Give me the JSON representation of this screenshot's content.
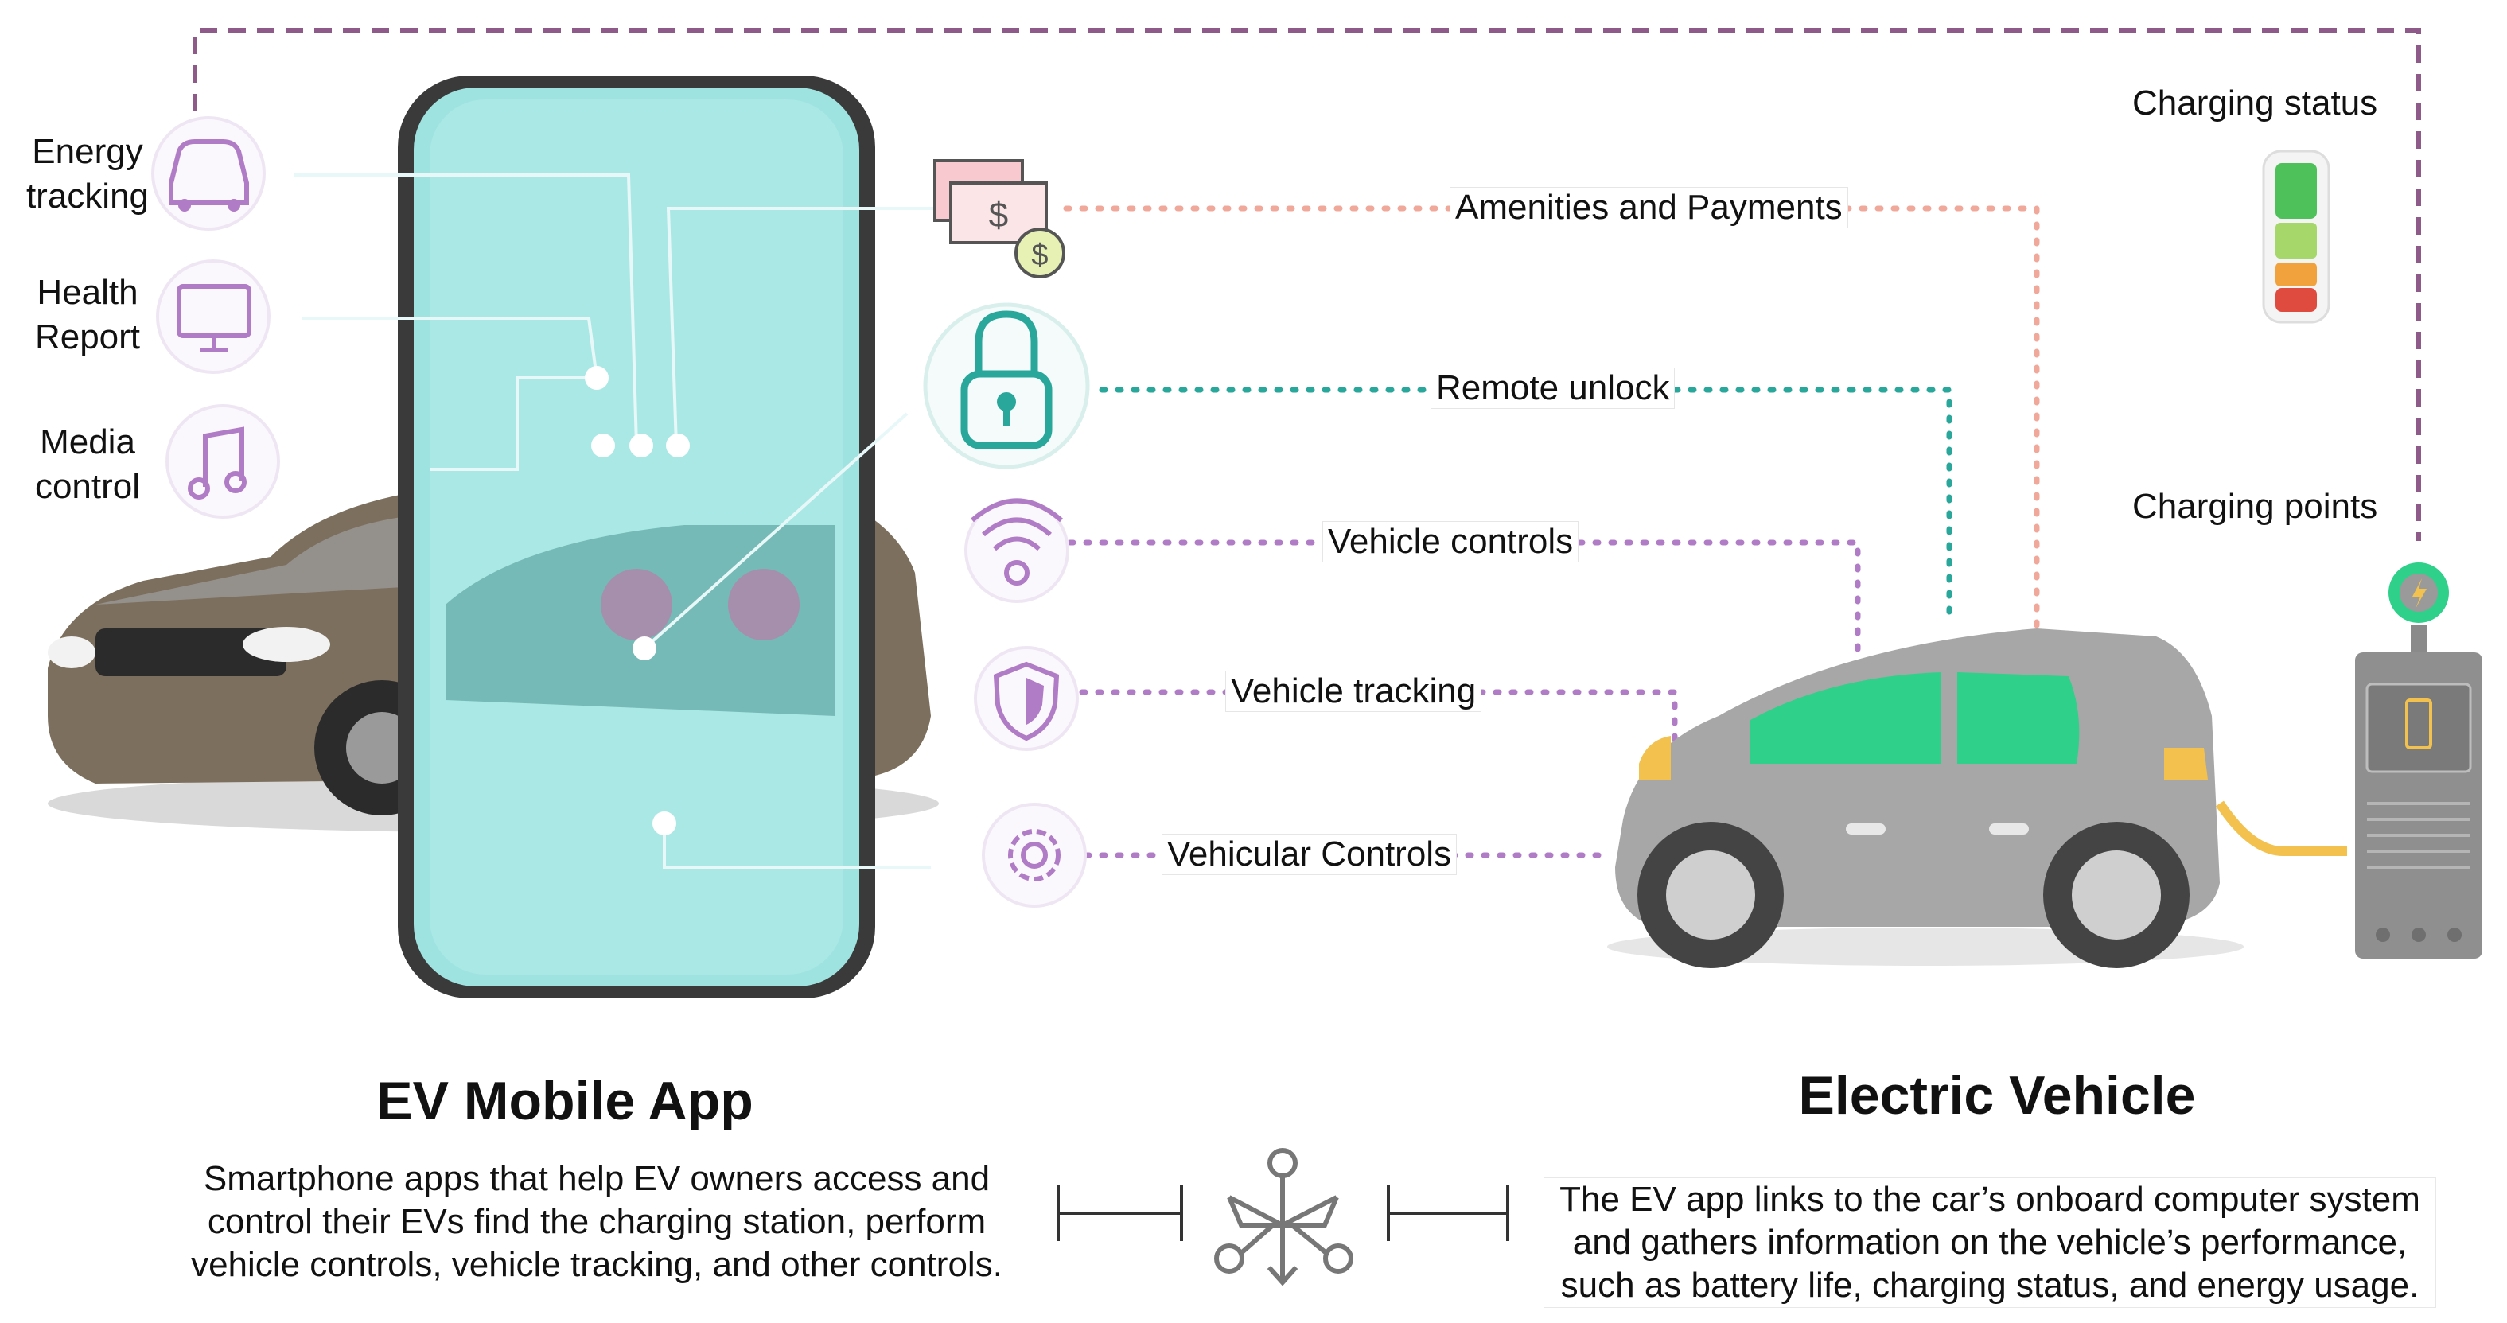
{
  "left_features": [
    {
      "label": "Energy\ntracking",
      "icon": "car-outline-icon"
    },
    {
      "label": "Health\nReport",
      "icon": "monitor-icon"
    },
    {
      "label": "Media\ncontrol",
      "icon": "music-note-icon"
    }
  ],
  "connections": [
    {
      "label": "Amenities and Payments",
      "icon": "money-icon",
      "color": "#f0a89a"
    },
    {
      "label": "Remote unlock",
      "icon": "padlock-icon",
      "color": "#2aa79b"
    },
    {
      "label": "Vehicle controls",
      "icon": "wifi-signal-icon",
      "color": "#b07cc6"
    },
    {
      "label": "Vehicle tracking",
      "icon": "shield-icon",
      "color": "#b07cc6"
    },
    {
      "label": "Vehicular Controls",
      "icon": "gear-icon",
      "color": "#b07cc6"
    }
  ],
  "charging_status_label": "Charging status",
  "charging_points_label": "Charging points",
  "left_title": "EV Mobile App",
  "left_description": "Smartphone apps that help EV owners access and control their EVs find the charging station, perform vehicle controls, vehicle tracking, and other controls.",
  "right_title": "Electric Vehicle",
  "right_description": "The EV app links to the car’s onboard computer system and gathers information on the vehicle’s performance, such as battery life, charging status, and energy usage.",
  "center_icon": "network-hub-icon",
  "colors": {
    "top_dashed_line": "#8e5a8a",
    "phone_screen": "#9ee3e0",
    "phone_frame": "#333333",
    "ev_window": "#2fd08a",
    "ev_body": "#a7a7a7",
    "charger_cable": "#f2c14e",
    "icon_purple": "#b07cc6",
    "icon_teal": "#2aa79b"
  }
}
